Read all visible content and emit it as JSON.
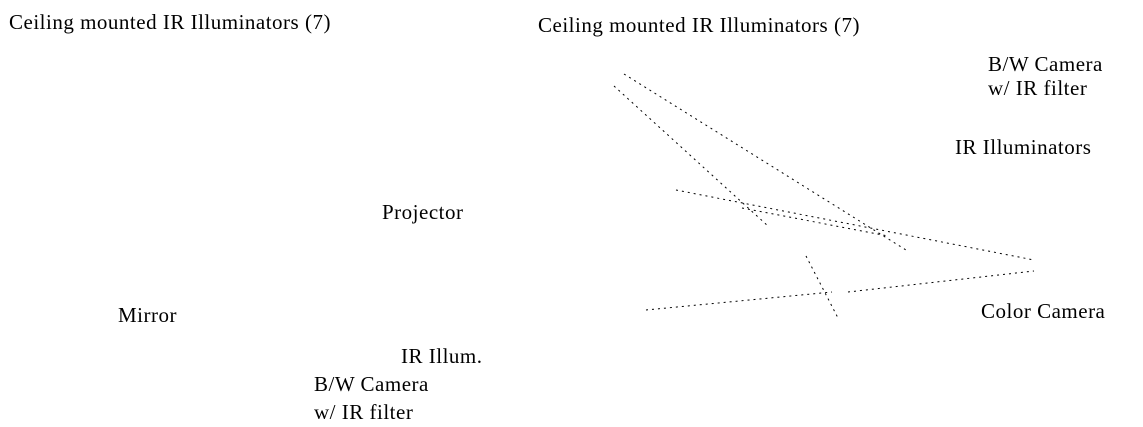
{
  "labels": {
    "ceiling_left": "Ceiling mounted IR Illuminators (7)",
    "ceiling_right": "Ceiling mounted IR Illuminators (7)",
    "bw_camera_top_line1": "B/W Camera",
    "bw_camera_top_line2": "w/ IR filter",
    "ir_illuminators": "IR Illuminators",
    "projector": "Projector",
    "mirror": "Mirror",
    "color_camera": "Color Camera",
    "ir_illum": "IR Illum.",
    "bw_camera_bottom_line1": "B/W Camera",
    "bw_camera_bottom_line2": "w/ IR filter"
  },
  "colors": {
    "background": "#ffffff",
    "text": "#000000",
    "lines": "#000000"
  }
}
